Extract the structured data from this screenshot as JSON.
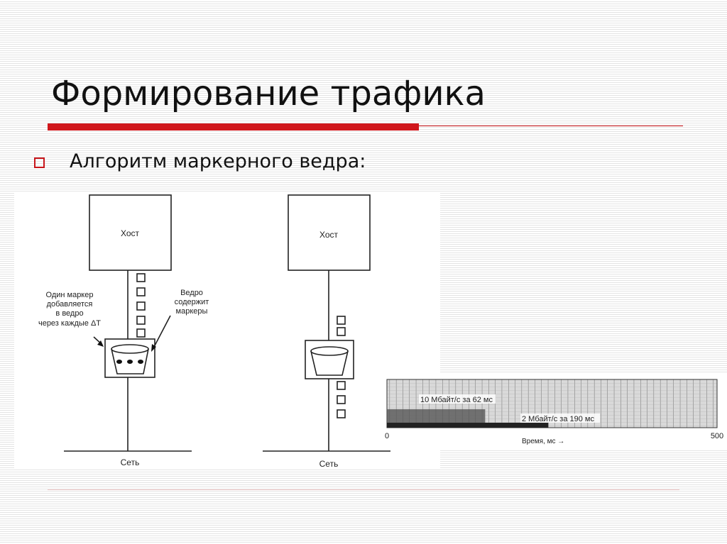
{
  "title": "Формирование трафика",
  "bullet": "Алгоритм маркерного ведра:",
  "diagram": {
    "host_left": "Хост",
    "host_right": "Хост",
    "net_left": "Сеть",
    "net_right": "Сеть",
    "label_marker": [
      "Один маркер",
      "добавляется",
      "в ведро",
      "через каждые ΔT"
    ],
    "label_bucket": [
      "Ведро",
      "содержит",
      "маркеры"
    ]
  },
  "chart": {
    "label_burst": "10 Мбайт/с за 62 мс",
    "label_rate": "2 Мбайт/с за 190 мс",
    "x_min": "0",
    "x_max": "500",
    "xlabel": "Время, мс  →",
    "burst_ms": 62,
    "rate_end_ms": 252
  }
}
